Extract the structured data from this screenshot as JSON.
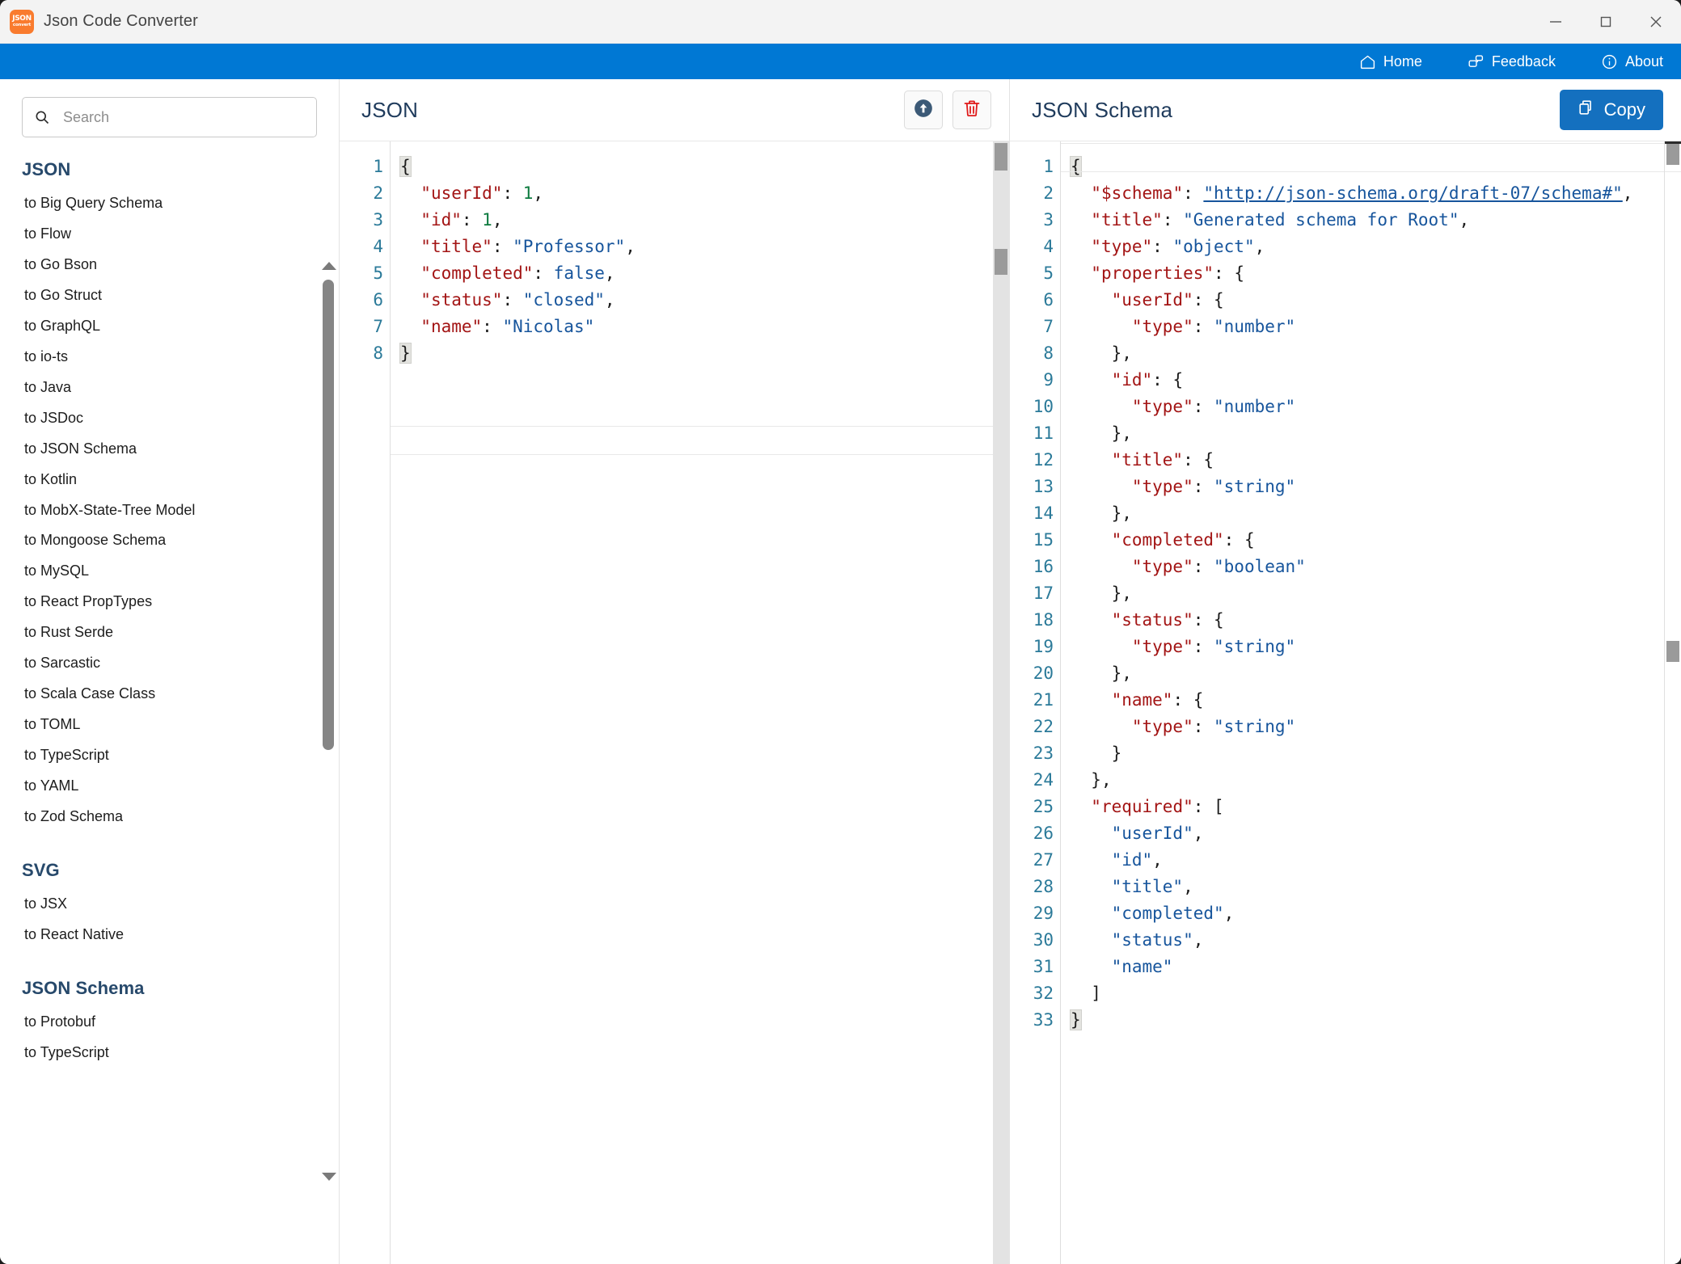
{
  "window": {
    "app_icon_line1": "JSON",
    "app_icon_line2": "convert",
    "title": "Json Code Converter",
    "controls": {
      "minimize": "minimize-icon",
      "maximize": "maximize-icon",
      "close": "close-icon"
    }
  },
  "navbar": {
    "items": [
      {
        "label": "Home",
        "icon": "home-icon"
      },
      {
        "label": "Feedback",
        "icon": "feedback-icon"
      },
      {
        "label": "About",
        "icon": "info-icon"
      }
    ],
    "background": "#0078d4"
  },
  "sidebar": {
    "search": {
      "value": "",
      "placeholder": "Search",
      "icon": "search-icon"
    },
    "groups": [
      {
        "title": "JSON",
        "items": [
          "to Big Query Schema",
          "to Flow",
          "to Go Bson",
          "to Go Struct",
          "to GraphQL",
          "to io-ts",
          "to Java",
          "to JSDoc",
          "to JSON Schema",
          "to Kotlin",
          "to MobX-State-Tree Model",
          "to Mongoose Schema",
          "to MySQL",
          "to React PropTypes",
          "to Rust Serde",
          "to Sarcastic",
          "to Scala Case Class",
          "to TOML",
          "to TypeScript",
          "to YAML",
          "to Zod Schema"
        ]
      },
      {
        "title": "SVG",
        "items": [
          "to JSX",
          "to React Native"
        ]
      },
      {
        "title": "JSON Schema",
        "items": [
          "to Protobuf",
          "to TypeScript"
        ]
      }
    ]
  },
  "input_panel": {
    "title": "JSON",
    "upload_button": {
      "name": "upload-button",
      "icon": "upload-arrow-icon"
    },
    "clear_button": {
      "name": "clear-button",
      "icon": "trash-icon"
    },
    "line_numbers": [
      "1",
      "2",
      "3",
      "4",
      "5",
      "6",
      "7",
      "8"
    ],
    "lines": [
      [
        {
          "t": "{",
          "c": "punc brace-hl"
        }
      ],
      [
        {
          "t": "  ",
          "c": "punc"
        },
        {
          "t": "\"userId\"",
          "c": "key"
        },
        {
          "t": ": ",
          "c": "punc"
        },
        {
          "t": "1",
          "c": "num"
        },
        {
          "t": ",",
          "c": "punc"
        }
      ],
      [
        {
          "t": "  ",
          "c": "punc"
        },
        {
          "t": "\"id\"",
          "c": "key"
        },
        {
          "t": ": ",
          "c": "punc"
        },
        {
          "t": "1",
          "c": "num"
        },
        {
          "t": ",",
          "c": "punc"
        }
      ],
      [
        {
          "t": "  ",
          "c": "punc"
        },
        {
          "t": "\"title\"",
          "c": "key"
        },
        {
          "t": ": ",
          "c": "punc"
        },
        {
          "t": "\"Professor\"",
          "c": "str"
        },
        {
          "t": ",",
          "c": "punc"
        }
      ],
      [
        {
          "t": "  ",
          "c": "punc"
        },
        {
          "t": "\"completed\"",
          "c": "key"
        },
        {
          "t": ": ",
          "c": "punc"
        },
        {
          "t": "false",
          "c": "bool"
        },
        {
          "t": ",",
          "c": "punc"
        }
      ],
      [
        {
          "t": "  ",
          "c": "punc"
        },
        {
          "t": "\"status\"",
          "c": "key"
        },
        {
          "t": ": ",
          "c": "punc"
        },
        {
          "t": "\"closed\"",
          "c": "str"
        },
        {
          "t": ",",
          "c": "punc"
        }
      ],
      [
        {
          "t": "  ",
          "c": "punc"
        },
        {
          "t": "\"name\"",
          "c": "key"
        },
        {
          "t": ": ",
          "c": "punc"
        },
        {
          "t": "\"Nicolas\"",
          "c": "str"
        }
      ],
      [
        {
          "t": "}",
          "c": "punc brace-hl"
        }
      ]
    ]
  },
  "output_panel": {
    "title": "JSON Schema",
    "copy_button": {
      "label": "Copy",
      "icon": "copy-icon",
      "color": "#1470bf"
    },
    "line_numbers": [
      "1",
      "2",
      "3",
      "4",
      "5",
      "6",
      "7",
      "8",
      "9",
      "10",
      "11",
      "12",
      "13",
      "14",
      "15",
      "16",
      "17",
      "18",
      "19",
      "20",
      "21",
      "22",
      "23",
      "24",
      "25",
      "26",
      "27",
      "28",
      "29",
      "30",
      "31",
      "32",
      "33"
    ],
    "lines": [
      [
        {
          "t": "{",
          "c": "punc brace-hl"
        }
      ],
      [
        {
          "t": "  ",
          "c": "punc"
        },
        {
          "t": "\"$schema\"",
          "c": "key"
        },
        {
          "t": ": ",
          "c": "punc"
        },
        {
          "t": "\"http://json-schema.org/draft-07/schema#\"",
          "c": "link"
        },
        {
          "t": ",",
          "c": "punc"
        }
      ],
      [
        {
          "t": "  ",
          "c": "punc"
        },
        {
          "t": "\"title\"",
          "c": "key"
        },
        {
          "t": ": ",
          "c": "punc"
        },
        {
          "t": "\"Generated schema for Root\"",
          "c": "str"
        },
        {
          "t": ",",
          "c": "punc"
        }
      ],
      [
        {
          "t": "  ",
          "c": "punc"
        },
        {
          "t": "\"type\"",
          "c": "key"
        },
        {
          "t": ": ",
          "c": "punc"
        },
        {
          "t": "\"object\"",
          "c": "str"
        },
        {
          "t": ",",
          "c": "punc"
        }
      ],
      [
        {
          "t": "  ",
          "c": "punc"
        },
        {
          "t": "\"properties\"",
          "c": "key"
        },
        {
          "t": ": ",
          "c": "punc"
        },
        {
          "t": "{",
          "c": "punc"
        }
      ],
      [
        {
          "t": "    ",
          "c": "punc"
        },
        {
          "t": "\"userId\"",
          "c": "key"
        },
        {
          "t": ": ",
          "c": "punc"
        },
        {
          "t": "{",
          "c": "punc"
        }
      ],
      [
        {
          "t": "      ",
          "c": "punc"
        },
        {
          "t": "\"type\"",
          "c": "key"
        },
        {
          "t": ": ",
          "c": "punc"
        },
        {
          "t": "\"number\"",
          "c": "str"
        }
      ],
      [
        {
          "t": "    ",
          "c": "punc"
        },
        {
          "t": "},",
          "c": "punc"
        }
      ],
      [
        {
          "t": "    ",
          "c": "punc"
        },
        {
          "t": "\"id\"",
          "c": "key"
        },
        {
          "t": ": ",
          "c": "punc"
        },
        {
          "t": "{",
          "c": "punc"
        }
      ],
      [
        {
          "t": "      ",
          "c": "punc"
        },
        {
          "t": "\"type\"",
          "c": "key"
        },
        {
          "t": ": ",
          "c": "punc"
        },
        {
          "t": "\"number\"",
          "c": "str"
        }
      ],
      [
        {
          "t": "    ",
          "c": "punc"
        },
        {
          "t": "},",
          "c": "punc"
        }
      ],
      [
        {
          "t": "    ",
          "c": "punc"
        },
        {
          "t": "\"title\"",
          "c": "key"
        },
        {
          "t": ": ",
          "c": "punc"
        },
        {
          "t": "{",
          "c": "punc"
        }
      ],
      [
        {
          "t": "      ",
          "c": "punc"
        },
        {
          "t": "\"type\"",
          "c": "key"
        },
        {
          "t": ": ",
          "c": "punc"
        },
        {
          "t": "\"string\"",
          "c": "str"
        }
      ],
      [
        {
          "t": "    ",
          "c": "punc"
        },
        {
          "t": "},",
          "c": "punc"
        }
      ],
      [
        {
          "t": "    ",
          "c": "punc"
        },
        {
          "t": "\"completed\"",
          "c": "key"
        },
        {
          "t": ": ",
          "c": "punc"
        },
        {
          "t": "{",
          "c": "punc"
        }
      ],
      [
        {
          "t": "      ",
          "c": "punc"
        },
        {
          "t": "\"type\"",
          "c": "key"
        },
        {
          "t": ": ",
          "c": "punc"
        },
        {
          "t": "\"boolean\"",
          "c": "str"
        }
      ],
      [
        {
          "t": "    ",
          "c": "punc"
        },
        {
          "t": "},",
          "c": "punc"
        }
      ],
      [
        {
          "t": "    ",
          "c": "punc"
        },
        {
          "t": "\"status\"",
          "c": "key"
        },
        {
          "t": ": ",
          "c": "punc"
        },
        {
          "t": "{",
          "c": "punc"
        }
      ],
      [
        {
          "t": "      ",
          "c": "punc"
        },
        {
          "t": "\"type\"",
          "c": "key"
        },
        {
          "t": ": ",
          "c": "punc"
        },
        {
          "t": "\"string\"",
          "c": "str"
        }
      ],
      [
        {
          "t": "    ",
          "c": "punc"
        },
        {
          "t": "},",
          "c": "punc"
        }
      ],
      [
        {
          "t": "    ",
          "c": "punc"
        },
        {
          "t": "\"name\"",
          "c": "key"
        },
        {
          "t": ": ",
          "c": "punc"
        },
        {
          "t": "{",
          "c": "punc"
        }
      ],
      [
        {
          "t": "      ",
          "c": "punc"
        },
        {
          "t": "\"type\"",
          "c": "key"
        },
        {
          "t": ": ",
          "c": "punc"
        },
        {
          "t": "\"string\"",
          "c": "str"
        }
      ],
      [
        {
          "t": "    ",
          "c": "punc"
        },
        {
          "t": "}",
          "c": "punc"
        }
      ],
      [
        {
          "t": "  ",
          "c": "punc"
        },
        {
          "t": "},",
          "c": "punc"
        }
      ],
      [
        {
          "t": "  ",
          "c": "punc"
        },
        {
          "t": "\"required\"",
          "c": "key"
        },
        {
          "t": ": ",
          "c": "punc"
        },
        {
          "t": "[",
          "c": "punc"
        }
      ],
      [
        {
          "t": "    ",
          "c": "punc"
        },
        {
          "t": "\"userId\"",
          "c": "str"
        },
        {
          "t": ",",
          "c": "punc"
        }
      ],
      [
        {
          "t": "    ",
          "c": "punc"
        },
        {
          "t": "\"id\"",
          "c": "str"
        },
        {
          "t": ",",
          "c": "punc"
        }
      ],
      [
        {
          "t": "    ",
          "c": "punc"
        },
        {
          "t": "\"title\"",
          "c": "str"
        },
        {
          "t": ",",
          "c": "punc"
        }
      ],
      [
        {
          "t": "    ",
          "c": "punc"
        },
        {
          "t": "\"completed\"",
          "c": "str"
        },
        {
          "t": ",",
          "c": "punc"
        }
      ],
      [
        {
          "t": "    ",
          "c": "punc"
        },
        {
          "t": "\"status\"",
          "c": "str"
        },
        {
          "t": ",",
          "c": "punc"
        }
      ],
      [
        {
          "t": "    ",
          "c": "punc"
        },
        {
          "t": "\"name\"",
          "c": "str"
        }
      ],
      [
        {
          "t": "  ",
          "c": "punc"
        },
        {
          "t": "]",
          "c": "punc"
        }
      ],
      [
        {
          "t": "}",
          "c": "punc brace-hl"
        }
      ]
    ]
  }
}
